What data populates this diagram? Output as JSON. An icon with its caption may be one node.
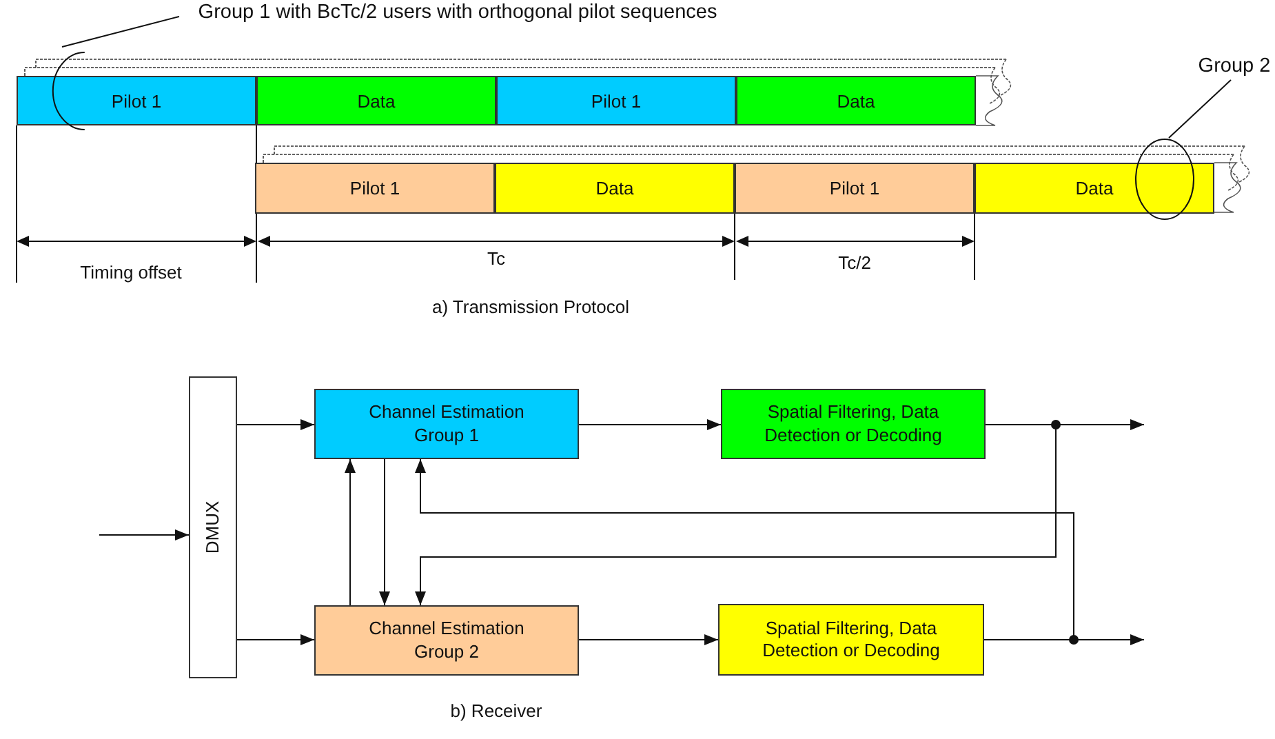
{
  "diagram": {
    "nodes": [
      {
        "text": [
          "Group 1 with BcTc/2 users with orthogonal pilot sequences"
        ]
      },
      {
        "text": [],
        "shape": "circle"
      },
      {
        "text": [
          "Group 2"
        ]
      },
      {
        "text": [],
        "shape": "circle"
      },
      {
        "text": [
          "Pilot 1"
        ]
      },
      {
        "text": [
          "Data"
        ]
      },
      {
        "text": [
          "Pilot 1"
        ]
      },
      {
        "text": [
          "Data"
        ]
      },
      {
        "text": [
          "Pilot 1"
        ]
      },
      {
        "text": [
          "Data"
        ]
      },
      {
        "text": [
          "Pilot 1"
        ]
      },
      {
        "text": [
          "Data"
        ]
      },
      {
        "text": [
          "DMUX"
        ]
      },
      {
        "text": [
          "Channel Estimation Group 1"
        ]
      },
      {
        "text": [
          "Spatial Filtering, Data Detection or  Decoding"
        ]
      },
      {
        "text": [
          "Channel Estimation Group 2"
        ]
      },
      {
        "text": [
          "Spatial Filtering, Data Detection or  Decoding"
        ]
      }
    ],
    "edges": [
      {
        "from": 0,
        "to": 1,
        "arrow": "none"
      },
      {
        "from": 2,
        "to": 3,
        "arrow": "none"
      },
      {
        "from": null,
        "to": 12,
        "arrow": "to"
      },
      {
        "from": 12,
        "to": 13,
        "arrow": "to"
      },
      {
        "from": 12,
        "to": 15,
        "arrow": "to"
      },
      {
        "from": 13,
        "to": 14,
        "arrow": "to"
      },
      {
        "from": 15,
        "to": 16,
        "arrow": "to"
      },
      {
        "from": 14,
        "to": null,
        "arrow": "to"
      },
      {
        "from": 16,
        "to": null,
        "arrow": "to"
      },
      {
        "from": 13,
        "to": 15,
        "arrow": "to"
      },
      {
        "from": 15,
        "to": 13,
        "arrow": "to"
      },
      {
        "from": 14,
        "to": 15,
        "arrow": "to"
      },
      {
        "from": 16,
        "to": 13,
        "arrow": "to"
      }
    ],
    "labels": [
      "Timing offset",
      "Tc",
      "Tc/2",
      "a) Transmission Protocol",
      "b) Receiver"
    ]
  }
}
